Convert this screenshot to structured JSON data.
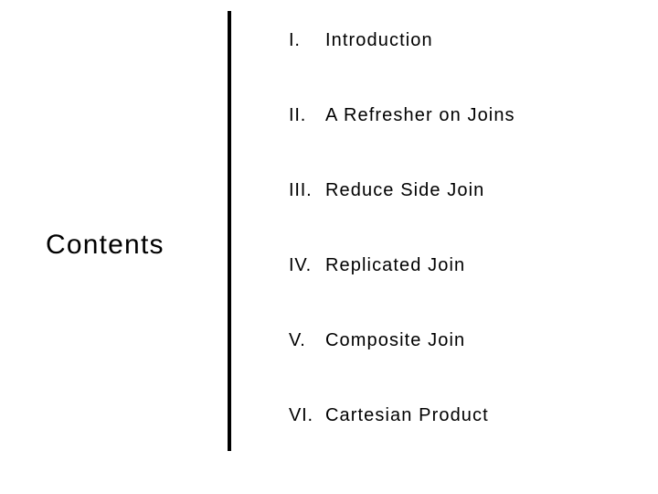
{
  "slide": {
    "title": "Contents",
    "background_color": "#ffffff",
    "text_color": "#000000",
    "divider_color": "#000000"
  },
  "contents": {
    "items": [
      {
        "numeral": "I.",
        "label": "Introduction"
      },
      {
        "numeral": "II.",
        "label": "A Refresher on Joins"
      },
      {
        "numeral": "III.",
        "label": "Reduce Side Join"
      },
      {
        "numeral": "IV.",
        "label": "Replicated Join"
      },
      {
        "numeral": "V.",
        "label": "Composite Join"
      },
      {
        "numeral": "VI.",
        "label": "Cartesian Product"
      }
    ]
  }
}
